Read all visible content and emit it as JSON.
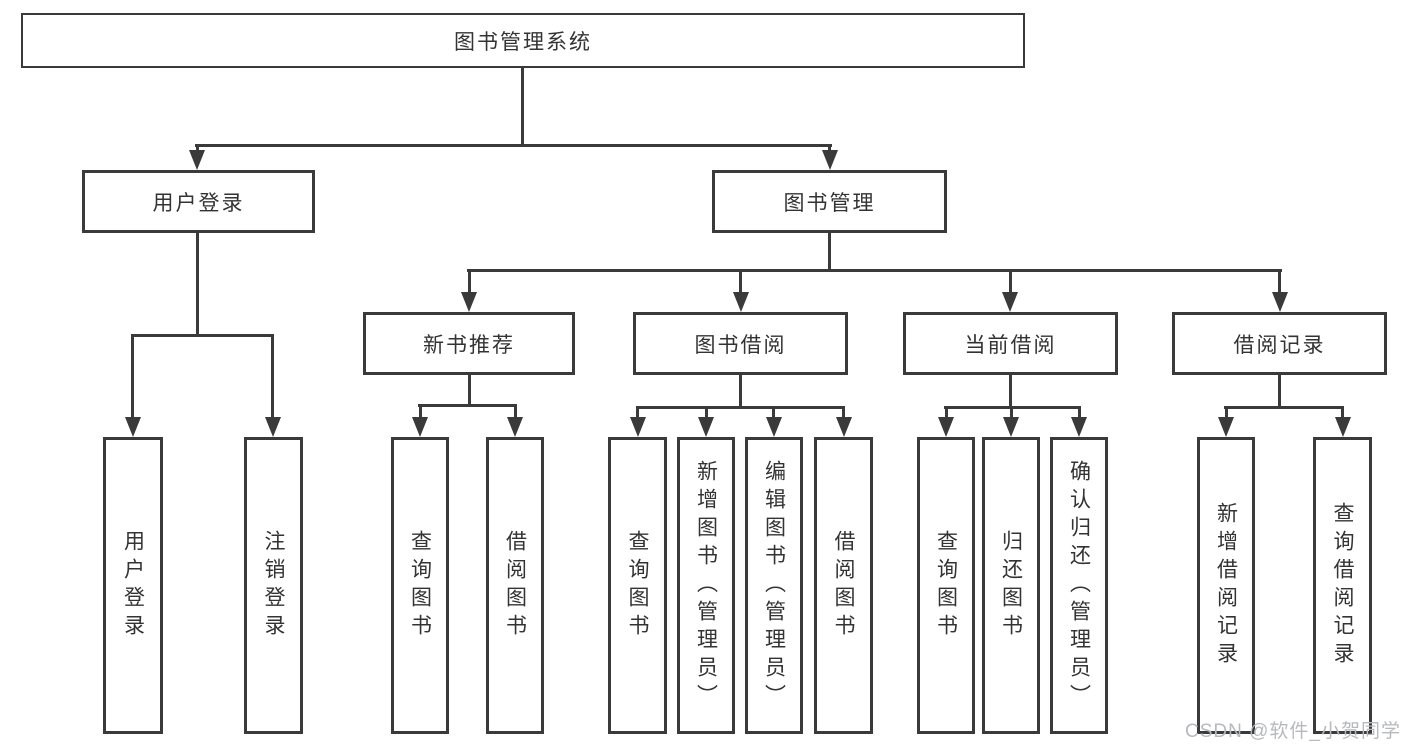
{
  "tree": {
    "label": "图书管理系统",
    "children": [
      {
        "label": "用户登录",
        "children": [
          {
            "label": "用户登录"
          },
          {
            "label": "注销登录"
          }
        ]
      },
      {
        "label": "图书管理",
        "children": [
          {
            "label": "新书推荐",
            "children": [
              {
                "label": "查询图书"
              },
              {
                "label": "借阅图书"
              }
            ]
          },
          {
            "label": "图书借阅",
            "children": [
              {
                "label": "查询图书"
              },
              {
                "label": "新增图书（管理员）"
              },
              {
                "label": "编辑图书（管理员）"
              },
              {
                "label": "借阅图书"
              }
            ]
          },
          {
            "label": "当前借阅",
            "children": [
              {
                "label": "查询图书"
              },
              {
                "label": "归还图书"
              },
              {
                "label": "确认归还（管理员）"
              }
            ]
          },
          {
            "label": "借阅记录",
            "children": [
              {
                "label": "新增借阅记录"
              },
              {
                "label": "查询借阅记录"
              }
            ]
          }
        ]
      }
    ]
  },
  "watermark": {
    "text": "CSDN @软件_小贺同学"
  },
  "colors": {
    "line": "#3a3a3a",
    "text": "#333333",
    "box_bg": "#ffffff",
    "page_bg": "#ffffff",
    "watermark": "#b7b9bc"
  }
}
